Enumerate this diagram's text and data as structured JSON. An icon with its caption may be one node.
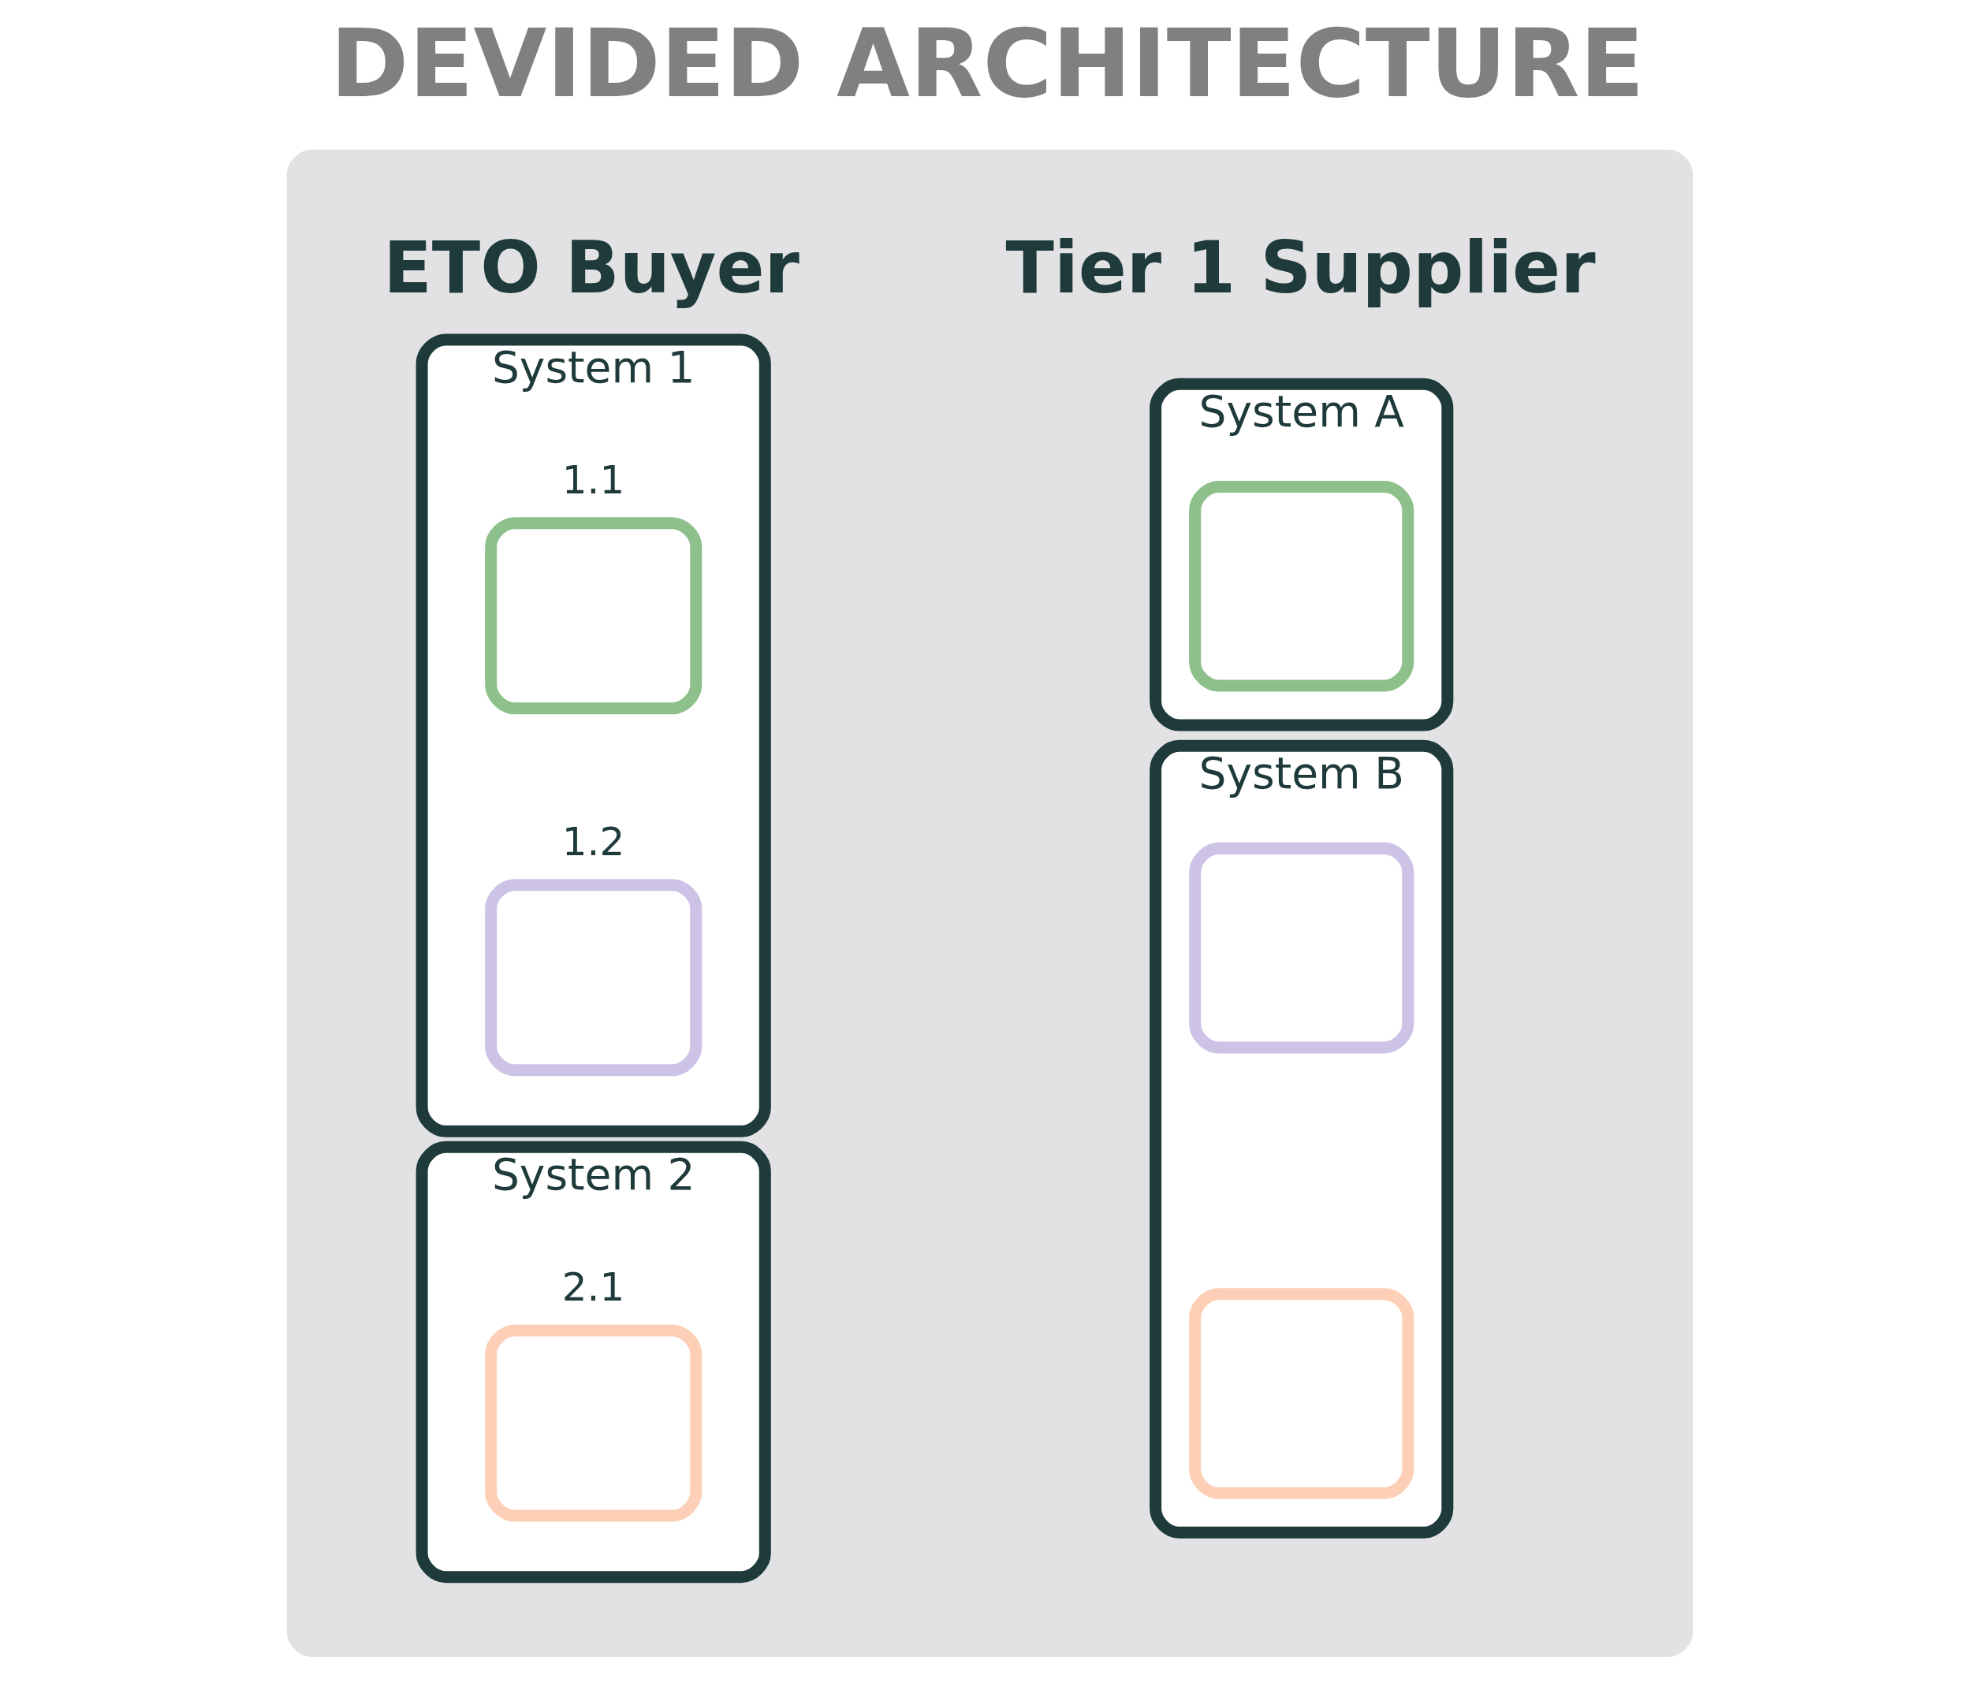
{
  "diagram": {
    "title": "DEVIDED ARCHITECTURE",
    "nodes": [
      {
        "text": [],
        "shape": "box"
      },
      {
        "text": [
          "System 1"
        ],
        "in": 0
      },
      {
        "text": [
          "1.1"
        ],
        "in": 1
      },
      {
        "text": [
          "1.2"
        ],
        "in": 1
      },
      {
        "text": [
          "System A"
        ],
        "in": 0
      },
      {
        "text": [],
        "shape": "box",
        "in": 4
      },
      {
        "text": [
          "System 2"
        ],
        "in": 0
      },
      {
        "text": [
          "2.1"
        ],
        "in": 6
      },
      {
        "text": [
          "System B"
        ],
        "in": 0
      },
      {
        "text": [],
        "shape": "box",
        "in": 8
      },
      {
        "text": [],
        "shape": "box",
        "in": 8
      }
    ],
    "edges": [],
    "labels": [
      "ETO Buyer",
      "Tier 1 Supplier"
    ]
  }
}
